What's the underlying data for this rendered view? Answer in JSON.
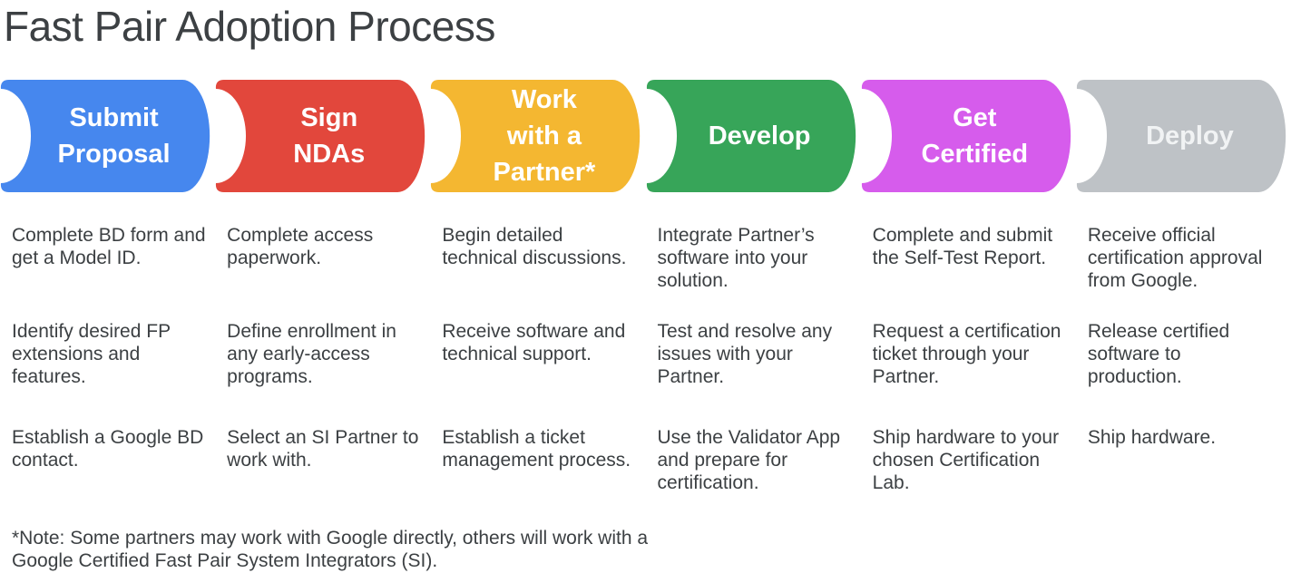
{
  "title": "Fast Pair Adoption Process",
  "note": "*Note: Some partners may work with Google directly, others will work with a\nGoogle Certified Fast Pair System Integrators (SI).",
  "text_color": "#3C4043",
  "steps": [
    {
      "label": "Submit\nProposal",
      "color": "#4687EE",
      "label_color": "#FFFFFF",
      "items": [
        "Complete BD form and\nget a Model ID.",
        "Identify desired FP\nextensions and\nfeatures.",
        "Establish a Google BD\ncontact."
      ]
    },
    {
      "label": "Sign\nNDAs",
      "color": "#E2473C",
      "label_color": "#FFFFFF",
      "items": [
        "Complete access\npaperwork.",
        "Define enrollment in\nany early-access\nprograms.",
        "Select an SI Partner to\nwork with."
      ]
    },
    {
      "label": "Work\nwith a\nPartner*",
      "color": "#F4B731",
      "label_color": "#FFFFFF",
      "items": [
        "Begin detailed\ntechnical discussions.",
        "Receive software and\ntechnical support.",
        "Establish a ticket\nmanagement process."
      ]
    },
    {
      "label": "Develop",
      "color": "#37A559",
      "label_color": "#FFFFFF",
      "items": [
        "Integrate Partner’s\nsoftware into your\nsolution.",
        "Test and resolve any\nissues with your\nPartner.",
        "Use the Validator App\nand prepare for\ncertification."
      ]
    },
    {
      "label": "Get\nCertified",
      "color": "#D65CEC",
      "label_color": "#FFFFFF",
      "items": [
        "Complete and submit\nthe Self-Test Report.",
        "Request a certification\nticket through your\nPartner.",
        "Ship hardware to your\nchosen Certification\nLab."
      ]
    },
    {
      "label": "Deploy",
      "color": "#BEC2C6",
      "label_color": "#F1F3F4",
      "items": [
        "Receive official\ncertification approval\nfrom Google.",
        "Release certified\nsoftware to\nproduction.",
        "Ship hardware."
      ]
    }
  ]
}
